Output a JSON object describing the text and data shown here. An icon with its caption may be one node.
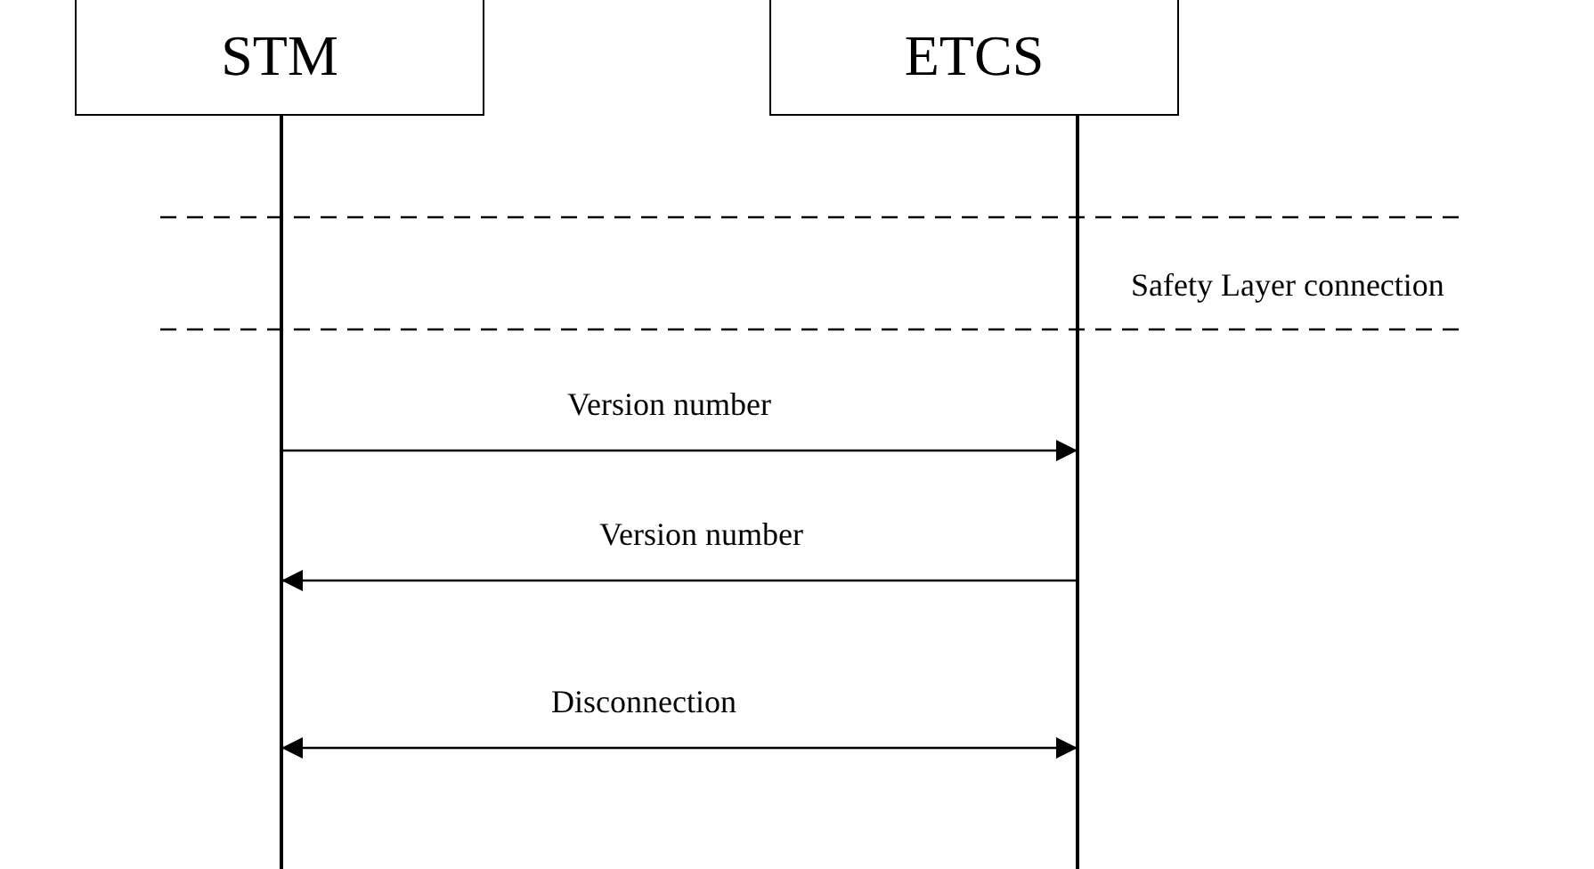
{
  "diagram": {
    "nodes": [
      {
        "text": [
          "STM"
        ]
      },
      {
        "text": [
          "ETCS"
        ]
      }
    ],
    "edges": [
      {
        "from": 0,
        "to": 1,
        "arrow": "to",
        "label": "Version number"
      },
      {
        "from": 1,
        "to": 0,
        "arrow": "to",
        "label": "Version number"
      },
      {
        "from": 0,
        "to": 1,
        "arrow": "both",
        "label": "Disconnection"
      }
    ],
    "labels": [
      "Safety Layer connection"
    ]
  }
}
